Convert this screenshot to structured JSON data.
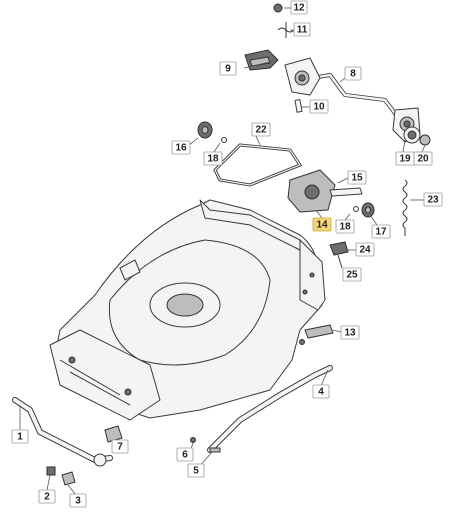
{
  "callouts": [
    {
      "id": "c1",
      "text": "1"
    },
    {
      "id": "c2",
      "text": "2"
    },
    {
      "id": "c3",
      "text": "3"
    },
    {
      "id": "c4",
      "text": "4"
    },
    {
      "id": "c5",
      "text": "5"
    },
    {
      "id": "c6",
      "text": "6"
    },
    {
      "id": "c7",
      "text": "7"
    },
    {
      "id": "c8",
      "text": "8"
    },
    {
      "id": "c9",
      "text": "9"
    },
    {
      "id": "c10",
      "text": "10"
    },
    {
      "id": "c11",
      "text": "11"
    },
    {
      "id": "c12",
      "text": "12"
    },
    {
      "id": "c13",
      "text": "13"
    },
    {
      "id": "c14",
      "text": "14"
    },
    {
      "id": "c15",
      "text": "15"
    },
    {
      "id": "c16",
      "text": "16"
    },
    {
      "id": "c17",
      "text": "17"
    },
    {
      "id": "c18a",
      "text": "18"
    },
    {
      "id": "c18b",
      "text": "18"
    },
    {
      "id": "c19",
      "text": "19"
    },
    {
      "id": "c20",
      "text": "20"
    },
    {
      "id": "c22",
      "text": "22"
    },
    {
      "id": "c23",
      "text": "23"
    },
    {
      "id": "c24",
      "text": "24"
    },
    {
      "id": "c25",
      "text": "25"
    }
  ],
  "highlight": {
    "callout": "14",
    "color": "#f5d77a"
  }
}
